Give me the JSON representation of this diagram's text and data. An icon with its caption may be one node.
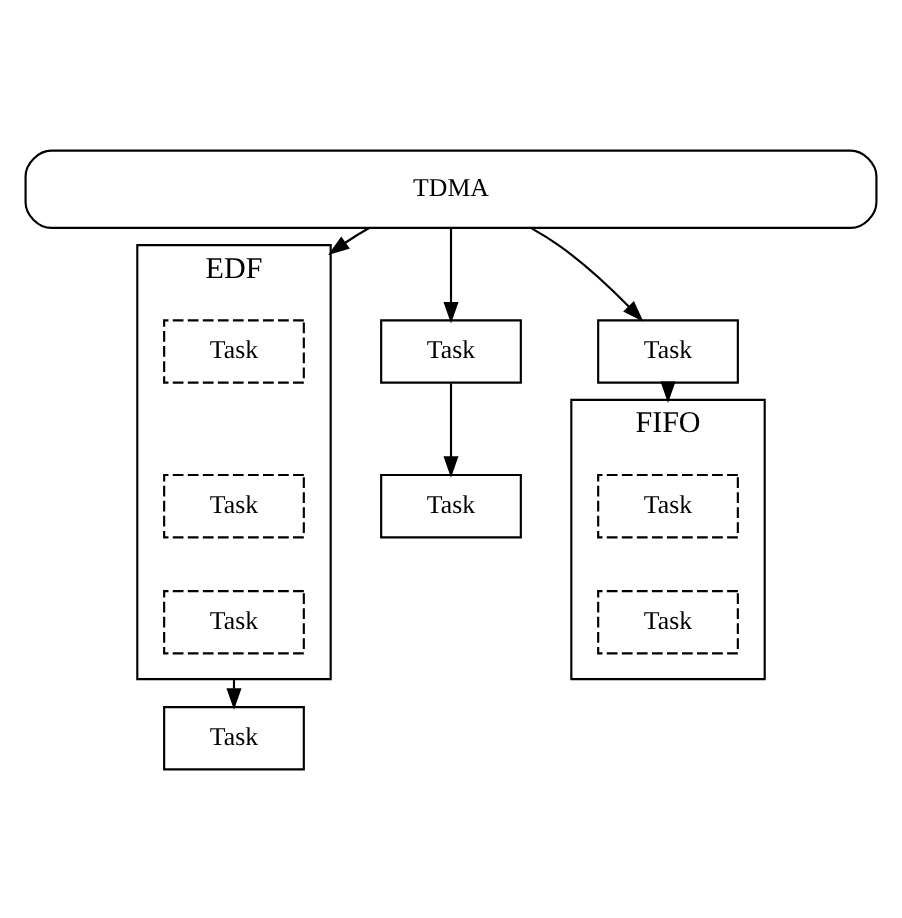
{
  "diagram": {
    "nodes": [
      {
        "text": [
          "TDMA"
        ]
      },
      {
        "text": [
          "EDF"
        ]
      },
      {
        "text": [
          "Task"
        ],
        "in": 1
      },
      {
        "text": [
          "Task"
        ],
        "in": 1
      },
      {
        "text": [
          "Task"
        ],
        "in": 1
      },
      {
        "text": [
          "Task"
        ]
      },
      {
        "text": [
          "Task"
        ]
      },
      {
        "text": [
          "Task"
        ]
      },
      {
        "text": [
          "Task"
        ]
      },
      {
        "text": [
          "FIFO"
        ]
      },
      {
        "text": [
          "Task"
        ],
        "in": 9
      },
      {
        "text": [
          "Task"
        ],
        "in": 9
      }
    ],
    "edges": [
      {
        "from": 0,
        "to": 1,
        "arrow": "to"
      },
      {
        "from": 1,
        "to": 5,
        "arrow": "to"
      },
      {
        "from": 0,
        "to": 6,
        "arrow": "to"
      },
      {
        "from": 6,
        "to": 7,
        "arrow": "to"
      },
      {
        "from": 0,
        "to": 8,
        "arrow": "to"
      },
      {
        "from": 8,
        "to": 9,
        "arrow": "to"
      }
    ]
  }
}
